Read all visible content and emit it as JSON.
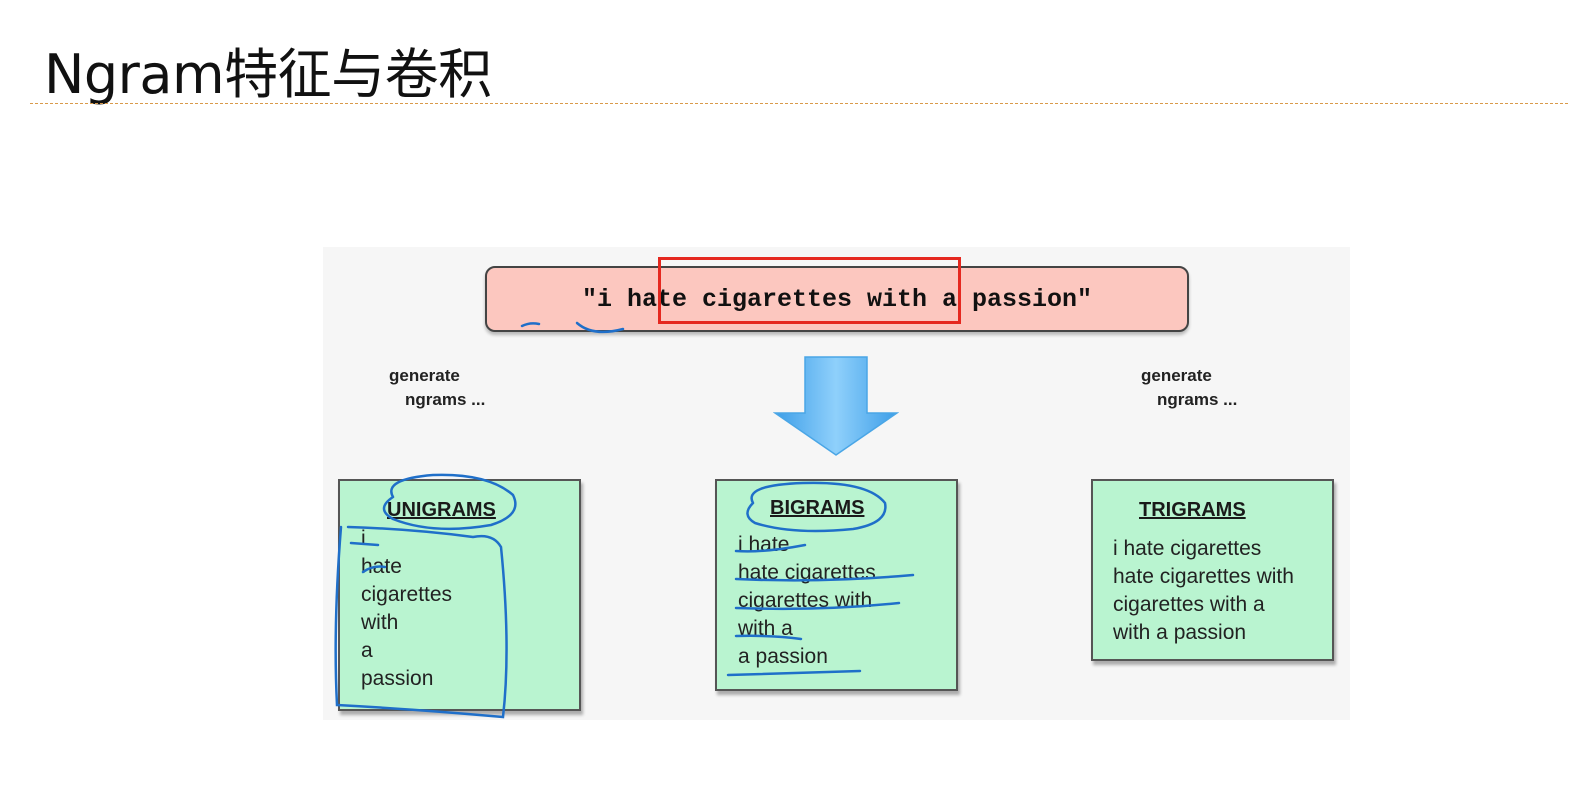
{
  "slide": {
    "title": "Ngram特征与卷积"
  },
  "diagram": {
    "sentence": "\"i hate cigarettes with a passion\"",
    "left_label": {
      "line1": "generate",
      "line2": "ngrams ..."
    },
    "right_label": {
      "line1": "generate",
      "line2": "ngrams ..."
    },
    "boxes": [
      {
        "title": "UNIGRAMS",
        "items": [
          "i",
          "hate",
          "cigarettes",
          "with",
          "a",
          "passion"
        ]
      },
      {
        "title": "BIGRAMS",
        "items": [
          "i hate",
          "hate cigarettes",
          "cigarettes with",
          "with a",
          "a passion"
        ]
      },
      {
        "title": "TRIGRAMS",
        "items": [
          "i hate cigarettes",
          "hate cigarettes with",
          "cigarettes with a",
          "with a passion"
        ]
      }
    ],
    "colors": {
      "sentence_fill": "#fcc7bf",
      "box_fill": "#b9f4d0",
      "highlight": "#e5281f",
      "annotation_ink": "#1f6fc9",
      "arrow": "#56b4f2"
    }
  }
}
